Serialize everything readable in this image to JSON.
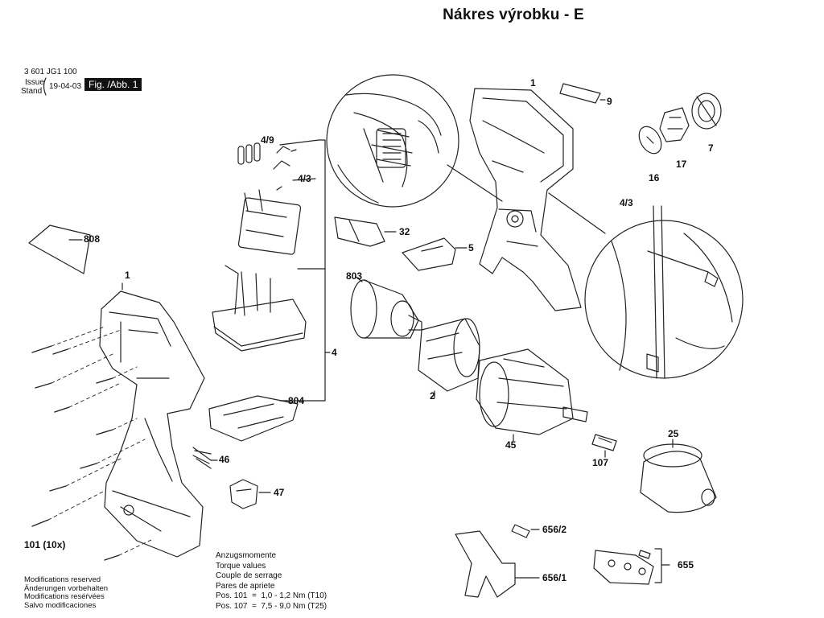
{
  "title": "Nákres výrobku - E",
  "header": {
    "part_number": "3 601 JG1 100",
    "issue_label": "Issue",
    "stand_label": "Stand",
    "date": "19-04-03",
    "figure": "Fig. /Abb. 1"
  },
  "parts": {
    "p1_top": "1",
    "p1_left": "1",
    "p9": "9",
    "p7": "7",
    "p16": "16",
    "p17": "17",
    "p4_9": "4/9",
    "p4_3_left": "4/3",
    "p4_3_right": "4/3",
    "p808": "808",
    "p32": "32",
    "p5": "5",
    "p803": "803",
    "p4": "4",
    "p2": "2",
    "p804": "804",
    "p45": "45",
    "p25": "25",
    "p46": "46",
    "p107": "107",
    "p47": "47",
    "p101": "101 (10x)",
    "p656_2": "656/2",
    "p655": "655",
    "p656_1": "656/1"
  },
  "torque": {
    "line1": "Anzugsmomente",
    "line2": "Torque values",
    "line3": "Couple de serrage",
    "line4": "Pares de apriete",
    "line5": "Pos. 101  =  1,0 - 1,2 Nm (T10)",
    "line6": "Pos. 107  =  7,5 - 9,0 Nm (T25)"
  },
  "modifications": {
    "line1": "Modifications reserved",
    "line2": "Änderungen vorbehalten",
    "line3": "Modifications reséŕvées",
    "line4": "Salvo modificaciones"
  }
}
